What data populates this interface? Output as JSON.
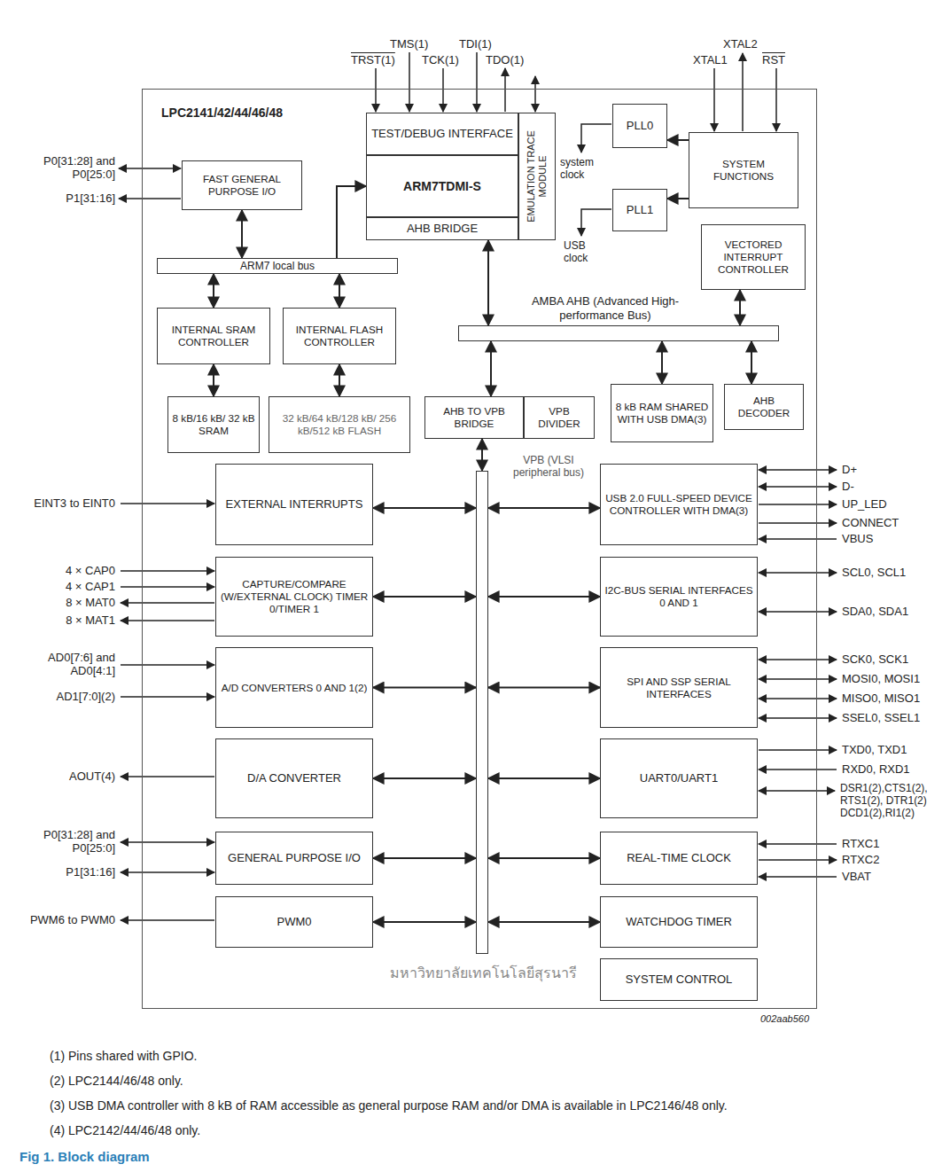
{
  "diagram": {
    "caption": "Fig 1. Block diagram",
    "nodes": [
      {
        "text": [
          "LPC2141/42/44/46/48"
        ]
      },
      {
        "text": [
          "TEST/DEBUG INTERFACE"
        ],
        "in": 0
      },
      {
        "text": [
          "ARM7TDMI-S"
        ],
        "in": 0
      },
      {
        "text": [
          "AHB BRIDGE"
        ],
        "in": 0
      },
      {
        "text": [
          "EMULATION TRACE MODULE"
        ],
        "in": 0
      },
      {
        "text": [
          "PLL0"
        ],
        "in": 0
      },
      {
        "text": [
          "SYSTEM FUNCTIONS"
        ],
        "in": 0
      },
      {
        "text": [
          "FAST GENERAL PURPOSE I/O"
        ],
        "in": 0
      },
      {
        "text": [
          "PLL1"
        ],
        "in": 0
      },
      {
        "text": [
          "ARM7 local bus"
        ],
        "in": 0
      },
      {
        "text": [
          "VECTORED INTERRUPT CONTROLLER"
        ],
        "in": 0
      },
      {
        "text": [
          "AMBA AHB (Advanced High-performance Bus)"
        ],
        "in": 0
      },
      {
        "text": [
          "INTERNAL SRAM CONTROLLER"
        ],
        "in": 0
      },
      {
        "text": [
          "INTERNAL FLASH CONTROLLER"
        ],
        "in": 0
      },
      {
        "text": [
          "8 kB/16 kB/ 32 kB SRAM"
        ],
        "in": 0
      },
      {
        "text": [
          "32 kB/64 kB/128 kB/ 256 kB/512 kB FLASH"
        ],
        "in": 0
      },
      {
        "text": [
          "AHB TO VPB BRIDGE"
        ],
        "in": 0
      },
      {
        "text": [
          "VPB DIVIDER"
        ],
        "in": 0
      },
      {
        "text": [
          "8 kB RAM SHARED WITH USB DMA(3)"
        ],
        "in": 0
      },
      {
        "text": [
          "AHB DECODER"
        ],
        "in": 0
      },
      {
        "text": [
          "VPB (VLSI peripheral bus)"
        ],
        "in": 0
      },
      {
        "text": [
          "EXTERNAL INTERRUPTS"
        ],
        "in": 0
      },
      {
        "text": [
          "USB 2.0 FULL-SPEED DEVICE CONTROLLER WITH DMA(3)"
        ],
        "in": 0
      },
      {
        "text": [
          "CAPTURE/COMPARE (W/EXTERNAL CLOCK) TIMER 0/TIMER 1"
        ],
        "in": 0
      },
      {
        "text": [
          "I2C-BUS SERIAL INTERFACES 0 AND 1"
        ],
        "in": 0
      },
      {
        "text": [
          "A/D CONVERTERS 0 AND 1(2)"
        ],
        "in": 0
      },
      {
        "text": [
          "SPI AND SSP SERIAL INTERFACES"
        ],
        "in": 0
      },
      {
        "text": [
          "D/A CONVERTER"
        ],
        "in": 0
      },
      {
        "text": [
          "UART0/UART1"
        ],
        "in": 0
      },
      {
        "text": [
          "GENERAL PURPOSE I/O"
        ],
        "in": 0
      },
      {
        "text": [
          "REAL-TIME CLOCK"
        ],
        "in": 0
      },
      {
        "text": [
          "PWM0"
        ],
        "in": 0
      },
      {
        "text": [
          "WATCHDOG TIMER"
        ],
        "in": 0
      },
      {
        "text": [
          "SYSTEM CONTROL"
        ],
        "in": 0
      }
    ],
    "edges": [
      {
        "from": 7,
        "to": 9,
        "arrow": "both"
      },
      {
        "from": 9,
        "to": 2,
        "arrow": "to"
      },
      {
        "from": 9,
        "to": 12,
        "arrow": "both"
      },
      {
        "from": 9,
        "to": 13,
        "arrow": "both"
      },
      {
        "from": 12,
        "to": 14,
        "arrow": "both"
      },
      {
        "from": 13,
        "to": 15,
        "arrow": "both"
      },
      {
        "from": 3,
        "to": 11,
        "arrow": "both"
      },
      {
        "from": 10,
        "to": 11,
        "arrow": "both"
      },
      {
        "from": 11,
        "to": 16,
        "arrow": "both"
      },
      {
        "from": 11,
        "to": 18,
        "arrow": "both"
      },
      {
        "from": 11,
        "to": 19,
        "arrow": "both"
      },
      {
        "from": 6,
        "to": 5,
        "arrow": "to"
      },
      {
        "from": 6,
        "to": 8,
        "arrow": "to"
      },
      {
        "from": 16,
        "to": 20,
        "arrow": "both"
      },
      {
        "from": 20,
        "to": 21,
        "arrow": "both"
      },
      {
        "from": 20,
        "to": 22,
        "arrow": "both"
      },
      {
        "from": 20,
        "to": 23,
        "arrow": "both"
      },
      {
        "from": 20,
        "to": 24,
        "arrow": "both"
      },
      {
        "from": 20,
        "to": 25,
        "arrow": "both"
      },
      {
        "from": 20,
        "to": 26,
        "arrow": "both"
      },
      {
        "from": 20,
        "to": 27,
        "arrow": "both"
      },
      {
        "from": 20,
        "to": 28,
        "arrow": "both"
      },
      {
        "from": 20,
        "to": 29,
        "arrow": "both"
      },
      {
        "from": 20,
        "to": 30,
        "arrow": "both"
      },
      {
        "from": 20,
        "to": 31,
        "arrow": "both"
      },
      {
        "from": 20,
        "to": 32,
        "arrow": "both"
      }
    ],
    "labels": [
      "TRST(1)",
      "TMS(1)",
      "TCK(1)",
      "TDI(1)",
      "TDO(1)",
      "XTAL2",
      "XTAL1",
      "RST",
      "P0[31:28] and P0[25:0]",
      "P1[31:16]",
      "system clock",
      "USB clock",
      "EINT3 to EINT0",
      "4 × CAP0",
      "4 × CAP1",
      "8 × MAT0",
      "8 × MAT1",
      "AD0[7:6] and AD0[4:1]",
      "AD1[7:0](2)",
      "AOUT(4)",
      "P0[31:28] and P0[25:0]",
      "P1[31:16]",
      "PWM6 to PWM0",
      "D+",
      "D-",
      "UP_LED",
      "CONNECT",
      "VBUS",
      "SCL0, SCL1",
      "SDA0, SDA1",
      "SCK0, SCK1",
      "MOSI0, MOSI1",
      "MISO0, MISO1",
      "SSEL0, SSEL1",
      "TXD0, TXD1",
      "RXD0, RXD1",
      "DSR1(2),CTS1(2), RTS1(2), DTR1(2) DCD1(2),RI1(2)",
      "RTXC1",
      "RTXC2",
      "VBAT",
      "002aab560",
      "(1) Pins shared with GPIO.",
      "(2) LPC2144/46/48 only.",
      "(3) USB DMA controller with 8 kB of RAM accessible as general purpose RAM and/or DMA is available in LPC2146/48 only.",
      "(4) LPC2142/44/46/48 only.",
      "มหาวิทยาลัยเทคโนโลยีสุรนารี"
    ]
  }
}
